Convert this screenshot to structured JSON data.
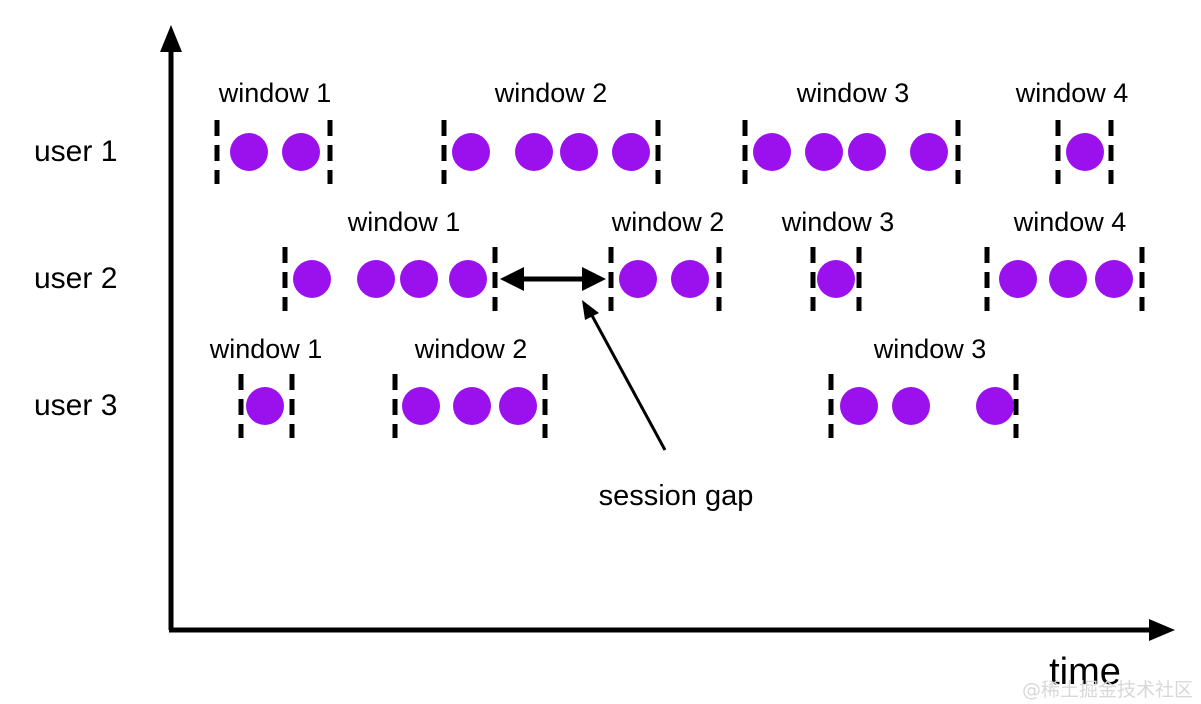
{
  "chart_data": {
    "type": "scatter",
    "title": "",
    "xlabel": "time",
    "ylabel": "",
    "grid": false,
    "legend": null,
    "description": "Session windowing timeline: per-user event dots grouped into session windows separated by session gaps",
    "axes": {
      "x_axis_label": "time",
      "y_axis_label": "",
      "x_arrow": true,
      "y_arrow": true
    },
    "annotations": [
      {
        "name": "session-gap",
        "label": "session gap"
      }
    ],
    "series": [
      {
        "name": "user 1",
        "label": "user 1",
        "row": 1,
        "windows": [
          {
            "label": "window 1",
            "event_count": 2
          },
          {
            "label": "window 2",
            "event_count": 4
          },
          {
            "label": "window 3",
            "event_count": 4
          },
          {
            "label": "window 4",
            "event_count": 1
          }
        ]
      },
      {
        "name": "user 2",
        "label": "user 2",
        "row": 2,
        "windows": [
          {
            "label": "window 1",
            "event_count": 4
          },
          {
            "label": "window 2",
            "event_count": 2
          },
          {
            "label": "window 3",
            "event_count": 1
          },
          {
            "label": "window 4",
            "event_count": 3
          }
        ]
      },
      {
        "name": "user 3",
        "label": "user 3",
        "row": 3,
        "windows": [
          {
            "label": "window 1",
            "event_count": 1
          },
          {
            "label": "window 2",
            "event_count": 3
          },
          {
            "label": "window 3",
            "event_count": 3
          }
        ]
      }
    ]
  },
  "colors": {
    "event_dot": "#9b11ee",
    "axis": "#000000",
    "text": "#000000",
    "watermark": "#d8d8d8",
    "background": "#ffffff"
  },
  "labels": {
    "user1": "user 1",
    "user2": "user 2",
    "user3": "user 3",
    "u1w1": "window 1",
    "u1w2": "window 2",
    "u1w3": "window 3",
    "u1w4": "window 4",
    "u2w1": "window 1",
    "u2w2": "window 2",
    "u2w3": "window 3",
    "u2w4": "window 4",
    "u3w1": "window 1",
    "u3w2": "window 2",
    "u3w3": "window 3",
    "session_gap": "session gap",
    "time": "time"
  },
  "watermark": {
    "text": "@稀土掘金技术社区"
  }
}
